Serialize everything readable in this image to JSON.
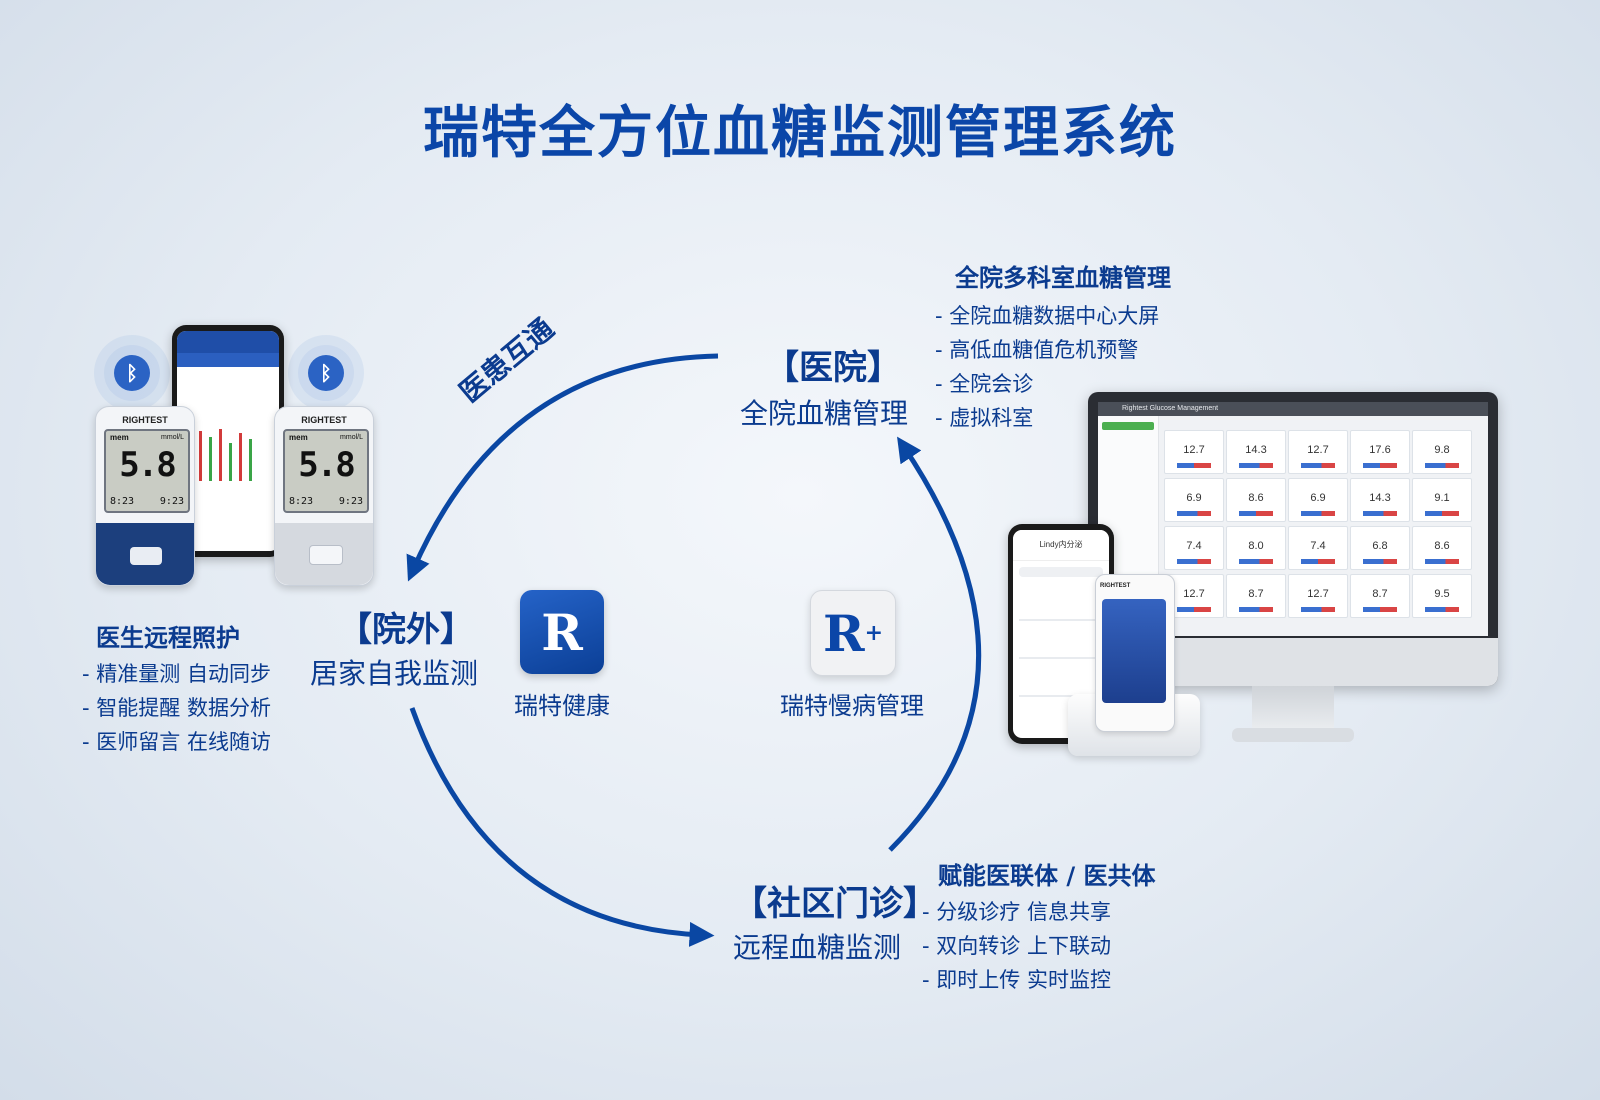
{
  "title": "瑞特全方位血糖监测管理系统",
  "cycle_label": "医患互通",
  "nodes": {
    "hospital": {
      "title": "【医院】",
      "subtitle": "全院血糖管理"
    },
    "home": {
      "title": "【院外】",
      "subtitle": "居家自我监测"
    },
    "community": {
      "title": "【社区门诊】",
      "subtitle": "远程血糖监测"
    }
  },
  "features": {
    "hospital": {
      "title": "全院多科室血糖管理",
      "items": [
        "全院血糖数据中心大屏",
        "高低血糖值危机预警",
        "全院会诊",
        "虚拟科室"
      ]
    },
    "home": {
      "title": "医生远程照护",
      "items": [
        "精准量测 自动同步",
        "智能提醒 数据分析",
        "医师留言 在线随访"
      ]
    },
    "community": {
      "title": "赋能医联体 / 医共体",
      "items": [
        "分级诊疗 信息共享",
        "双向转诊 上下联动",
        "即时上传 实时监控"
      ]
    }
  },
  "apps": {
    "health": {
      "label": "瑞特健康",
      "icon_name": "rightest-health-logo"
    },
    "chronic": {
      "label": "瑞特慢病管理",
      "icon_name": "rightest-chronic-logo"
    }
  },
  "devices": {
    "meter_brand": "RIGHTEST",
    "meter_reading": "5.8",
    "meter_mem": "mem",
    "meter_unit": "mmol/L",
    "meter_time": "8:23",
    "meter_date": "9:23",
    "monitor_title": "Rightest Glucose Management",
    "monitor_values": [
      "12.7",
      "14.3",
      "12.7",
      "17.6",
      "9.8",
      "6.9",
      "8.6",
      "6.9",
      "14.3",
      "9.1",
      "7.4",
      "8.0",
      "7.4",
      "6.8",
      "8.6",
      "12.7",
      "8.7",
      "12.7",
      "8.7",
      "9.5"
    ],
    "phone_header": "Lindy内分泌"
  },
  "colors": {
    "primary": "#0b3b8f",
    "arrow": "#0a47a3",
    "title": "#0b46a8"
  }
}
